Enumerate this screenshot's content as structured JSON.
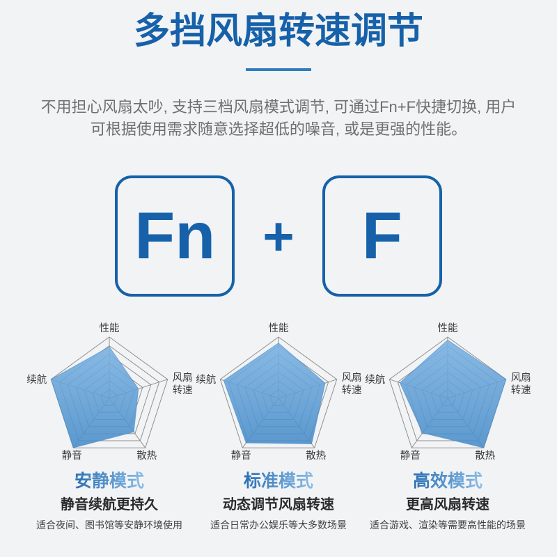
{
  "header": {
    "title": "多挡风扇转速调节"
  },
  "intro": {
    "line1": "不用担心风扇太吵, 支持三档风扇模式调节, 可通过Fn+F快捷切换, 用户",
    "line2": "可根据使用需求随意选择超低的噪音, 或是更强的性能。"
  },
  "shortcut": {
    "key_fn": "Fn",
    "plus": "+",
    "key_f": "F"
  },
  "chart_data": [
    {
      "type": "radar",
      "title": "安静模式",
      "axes": [
        "性能",
        "风扇转速",
        "散热",
        "静音",
        "续航"
      ],
      "values": [
        0.84,
        0.5,
        0.68,
        1.0,
        1.0
      ],
      "value_range": [
        0,
        1
      ],
      "rings": 7,
      "grid": true,
      "legend": "none"
    },
    {
      "type": "radar",
      "title": "标准模式",
      "axes": [
        "性能",
        "风扇转速",
        "散热",
        "静音",
        "续航"
      ],
      "values": [
        0.9,
        0.8,
        0.92,
        0.9,
        0.94
      ],
      "value_range": [
        0,
        1
      ],
      "rings": 7,
      "grid": true,
      "legend": "none"
    },
    {
      "type": "radar",
      "title": "高效模式",
      "axes": [
        "性能",
        "风扇转速",
        "散热",
        "静音",
        "续航"
      ],
      "values": [
        0.95,
        1.0,
        1.0,
        0.7,
        0.82
      ],
      "value_range": [
        0,
        1
      ],
      "rings": 7,
      "grid": true,
      "legend": "none"
    }
  ],
  "modes": [
    {
      "title": "安静模式",
      "subtitle": "静音续航更持久",
      "description": "适合夜间、图书馆等安静环境使用"
    },
    {
      "title": "标准模式",
      "subtitle": "动态调节风扇转速",
      "description": "适合日常办公娱乐等大多数场景"
    },
    {
      "title": "高效模式",
      "subtitle": "更高风扇转速",
      "description": "适合游戏、渲染等需要高性能的场景"
    }
  ],
  "colors": {
    "background": "#f2f3f5",
    "accent_blue": "#1661a9",
    "underline": "#2f7cc0",
    "intro_text": "#6f6f6f",
    "mode_title_gradient": [
      "#2a6fb4",
      "#8abde6"
    ],
    "radar_grid": "#909090",
    "radar_label": "#3d3d3d",
    "radar_fill_top": "#7ab2e2",
    "radar_fill_bottom": "#478cc9"
  }
}
